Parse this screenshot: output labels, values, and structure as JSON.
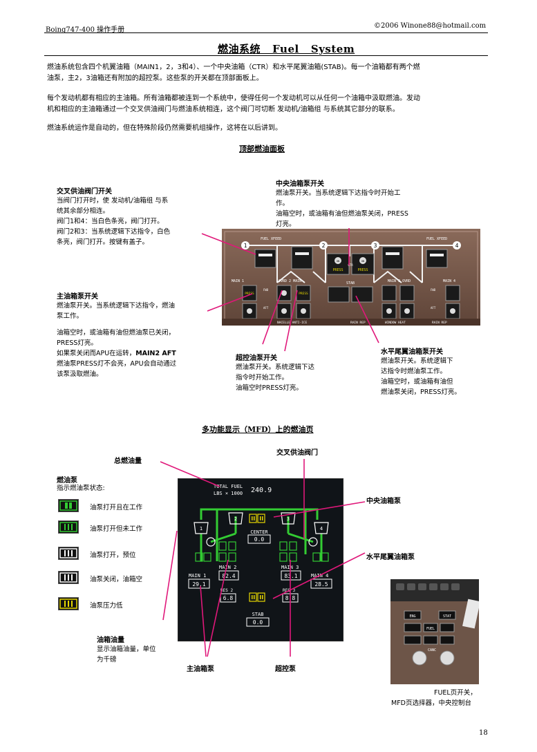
{
  "header": {
    "left": "Boing747-400 操作手册",
    "right": "©2006   Winone88@hotmail.com"
  },
  "title": "燃油系统   Fuel   System",
  "intro": [
    "燃油系统包含四个机翼油箱（MAIN1，2，3和4）、一个中央油箱（CTR）和水平尾翼油箱(STAB)。每一个油箱都有两个燃",
    "油泵，主2，3油箱还有附加的超控泵。这些泵的开关都在顶部面板上。",
    "每个发动机都有相应的主油箱。所有油箱都被连到一个系统中，使得任何一个发动机可以从任何一个油箱中汲取燃油。发动",
    "机和相应的主油箱通过一个交叉供油阀门与燃油系统相连，这个阀门可切断 发动机/油箱组 与系统其它部分的联系。",
    "燃油系统运作是自动的，但在特殊阶段仍然需要机组操作，这将在以后讲到。"
  ],
  "section1": "顶部燃油面板",
  "crossfeed": {
    "title": "交叉供油阀门开关",
    "lines": [
      "当阀门打开时，使 发动机/油箱组 与系",
      "统其余部分相连。",
      "阀门1和4：当白色条亮，阀门打开。",
      "阀门2和3：当系统逻辑下达指令，白色",
      "条亮，阀门打开。按键有盖子。"
    ]
  },
  "center_pump": {
    "title": "中央油箱泵开关",
    "lines": [
      "燃油泵开关。当系统逻辑下达指令时开始工",
      "作。",
      "油箱空时，或油箱有油但燃油泵关闭，PRESS",
      "灯亮。"
    ]
  },
  "main_pump": {
    "title": "主油箱泵开关",
    "lines": [
      "燃油泵开关。当系统逻辑下达指令，燃油",
      "泵工作。",
      "油箱空时，或油箱有油但燃油泵已关闭，",
      "PRESS灯亮。"
    ],
    "line5a": "如果泵关闭而APU在运转，",
    "line5b": "MAIN2 AFT",
    "lines2": [
      "燃油泵PRESS灯不会亮，APU会自动通过",
      "该泵汲取燃油。"
    ]
  },
  "override_pump": {
    "title": "超控油泵开关",
    "lines": [
      "燃油泵开关。系统逻辑下达",
      "指令时开始工作。",
      "油箱空时PRESS灯亮。"
    ]
  },
  "stab_pump": {
    "title": "水平尾翼油箱泵开关",
    "lines": [
      "燃油泵开关。系统逻辑下",
      "达指令时燃油泵工作。",
      "油箱空时，或油箱有油但",
      "燃油泵关闭，PRESS灯亮。"
    ]
  },
  "overhead": {
    "labels": {
      "fuel_xfeed": "FUEL\nXFEED",
      "main1": "MAIN 1",
      "ovrd2": "OVRD 2 MAIN",
      "ctr": "CTR",
      "stab": "STAB",
      "main3ovrd": "MAIN 3 OVRD",
      "main4": "MAIN 4",
      "fwd": "FWD",
      "aft": "AFT",
      "press": "PRESS",
      "on": "ON",
      "l": "L",
      "r": "R",
      "n1": "1",
      "n2": "2",
      "n3": "3",
      "n4": "4",
      "nacelle": "NACELLE ANTI-ICE",
      "rain_rep1": "RAIN REP",
      "window_heat": "WINDOW HEAT",
      "rain_rep2": "RAIN REP"
    }
  },
  "section2": "多功能显示（MFD）上的燃油页",
  "mfd_labels": {
    "total_fuel": "总燃油量",
    "crossfeed_valve": "交叉供油阀门",
    "pumps_title": "燃油泵",
    "pumps_sub": "指示燃油泵状态:",
    "center_tank_pump": "中央油箱泵",
    "stab_tank_pump": "水平尾翼油箱泵",
    "tank_qty_title": "油箱油量",
    "tank_qty_l1": "显示油箱油量，单位",
    "tank_qty_l2": "为千磅",
    "main_tank_pump": "主油箱泵",
    "override_pump": "超控泵"
  },
  "legend": [
    "油泵打开且在工作",
    "油泵打开但未工作",
    "油泵打开，预位",
    "油泵关闭，油箱空",
    "油泵压力低"
  ],
  "mfd": {
    "total_fuel_l1": "TOTAL FUEL",
    "total_fuel_l2": "LBS × 1000",
    "total_fuel_val": "240.9",
    "center": "CENTER",
    "center_val": "0.0",
    "main1": "MAIN 1",
    "main1_val": "29.1",
    "main2": "MAIN 2",
    "main2_val": "82.4",
    "main3": "MAIN 3",
    "main3_val": "83.1",
    "main4": "MAIN 4",
    "main4_val": "28.5",
    "res2": "RES 2",
    "res2_val": "6.8",
    "res3": "RES 3",
    "res3_val": "8.8",
    "stab": "STAB",
    "stab_val": "0.0",
    "e1": "1",
    "e2": "2",
    "e3": "3",
    "e4": "4"
  },
  "cdu": {
    "caption_l1": "FUEL页开关，",
    "caption_l2": "MFD页选择器，中央控制台",
    "k_eng": "ENG",
    "k_stat": "STAT",
    "k_fuel": "FUEL",
    "k_cancel": "CANC"
  },
  "page_number": "18",
  "colors": {
    "mfd_green": "#33cc33",
    "mfd_yellow": "#e8d800",
    "pointer": "#e0187a",
    "mfd_bg": "#101418"
  }
}
